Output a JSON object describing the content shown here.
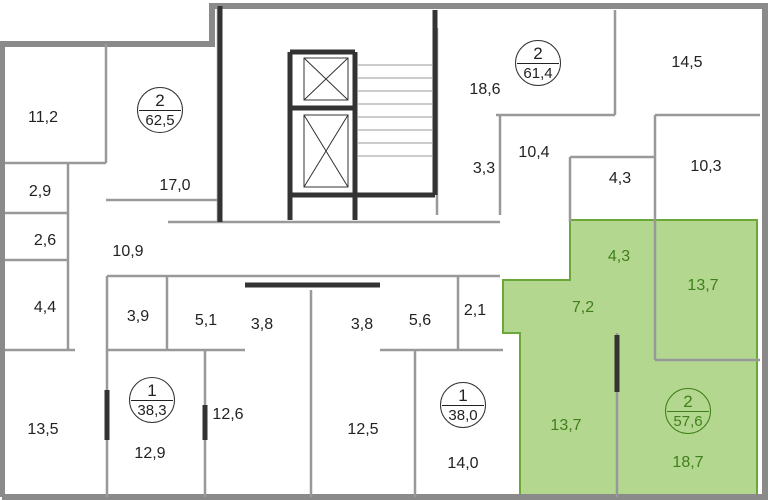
{
  "colors": {
    "highlight_fill": "#b3d78f",
    "highlight_text": "#3f7f1a",
    "wall": "#8a8a8a",
    "wall_dark": "#333333"
  },
  "apartments": [
    {
      "rooms": "2",
      "area": "62,5"
    },
    {
      "rooms": "2",
      "area": "61,4"
    },
    {
      "rooms": "1",
      "area": "38,3"
    },
    {
      "rooms": "1",
      "area": "38,0"
    },
    {
      "rooms": "2",
      "area": "57,6",
      "highlighted": true
    }
  ],
  "room_areas": {
    "r11_2": "11,2",
    "r17_0": "17,0",
    "r2_9": "2,9",
    "r2_6": "2,6",
    "r4_4": "4,4",
    "r10_9": "10,9",
    "r18_6": "18,6",
    "r14_5": "14,5",
    "r3_3": "3,3",
    "r10_4": "10,4",
    "r4_3a": "4,3",
    "r10_3": "10,3",
    "r4_3b": "4,3",
    "r13_7a": "13,7",
    "r7_2": "7,2",
    "r13_7b": "13,7",
    "r18_7": "18,7",
    "r3_9": "3,9",
    "r5_1": "5,1",
    "r3_8a": "3,8",
    "r3_8b": "3,8",
    "r5_6": "5,6",
    "r2_1": "2,1",
    "r13_5": "13,5",
    "r12_9": "12,9",
    "r12_6": "12,6",
    "r12_5": "12,5",
    "r14_0": "14,0"
  }
}
